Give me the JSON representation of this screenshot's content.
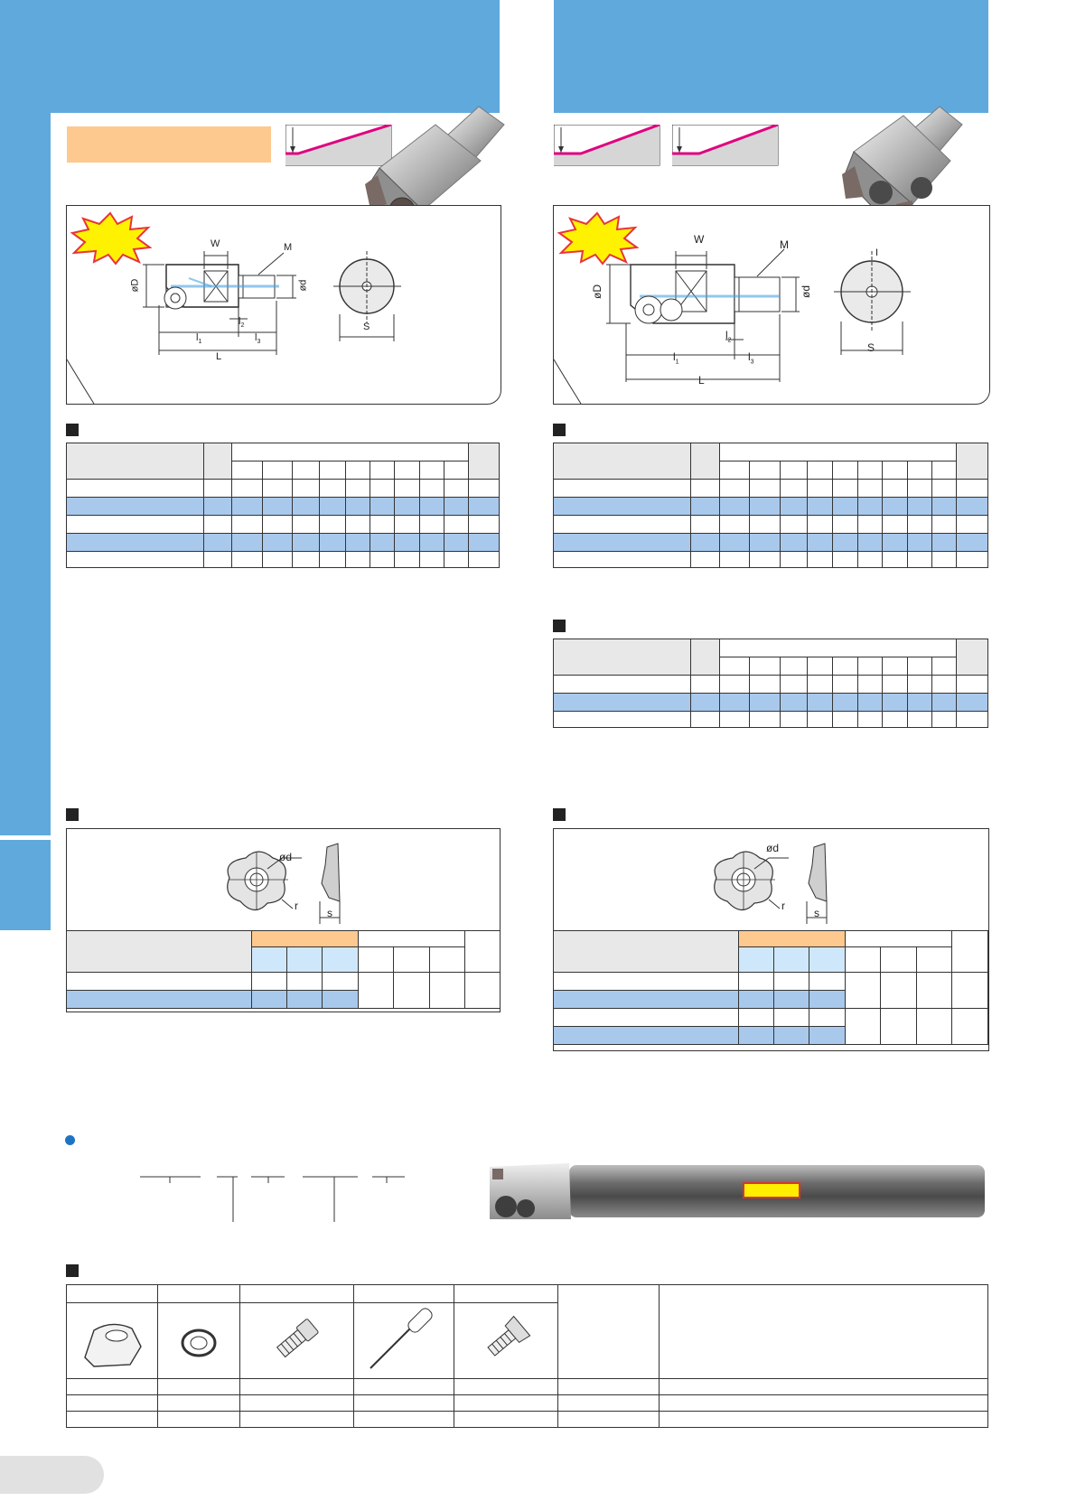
{
  "dimensions": {
    "W": "W",
    "M": "M",
    "D": "øD",
    "d": "ød",
    "l1": "l",
    "l1_sub": "1",
    "l2": "l",
    "l2_sub": "2",
    "l3": "l",
    "l3_sub": "3",
    "L": "L",
    "S": "S",
    "I": "I",
    "insert_d": "ød",
    "insert_r": "r",
    "insert_s": "s"
  },
  "colors": {
    "header_blue": "#5fa9dd",
    "title_orange": "#fdc98e",
    "row_highlight": "#a9c9ec",
    "angle_line": "#e0007f",
    "starburst_fill": "#fff200",
    "starburst_stroke": "#e8343a"
  },
  "icons": {
    "section_marker": "black-square-icon",
    "bullet": "blue-dot-icon",
    "new_burst": "starburst-icon"
  }
}
